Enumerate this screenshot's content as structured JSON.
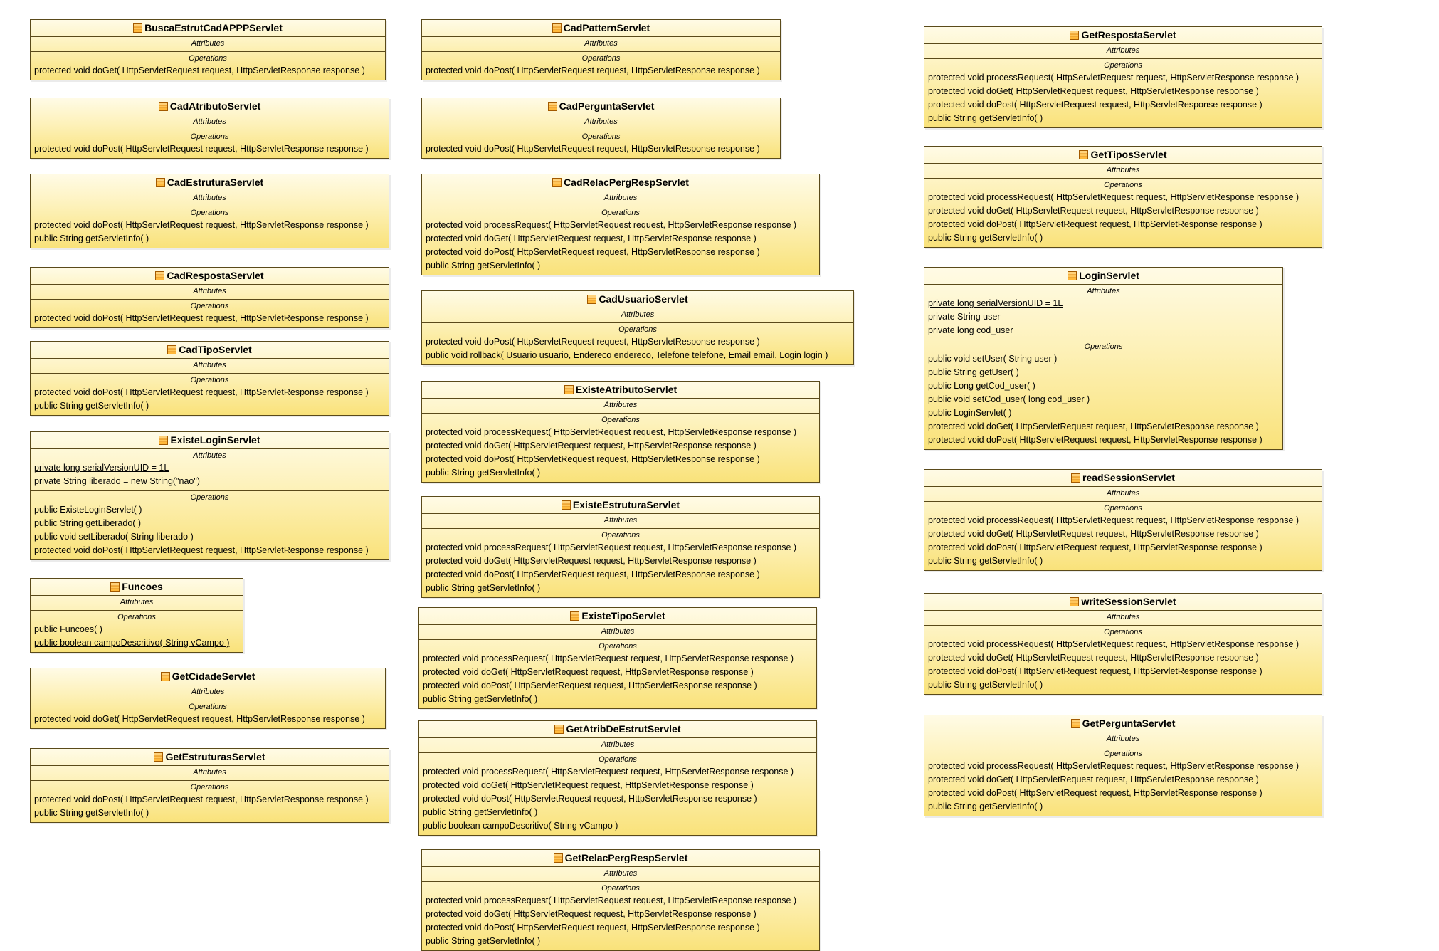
{
  "colors": {
    "fill_top": "#fffbe6",
    "fill_bottom": "#f9e27a",
    "border": "#5a4a1a",
    "class_icon": "#e28a10"
  },
  "section_labels": {
    "attributes": "Attributes",
    "operations": "Operations"
  },
  "classes": [
    {
      "name": "BuscaEstrutCadAPPPServlet",
      "attributes": [],
      "operations": [
        {
          "text": "protected void  doGet( HttpServletRequest request, HttpServletResponse response )"
        }
      ]
    },
    {
      "name": "CadAtributoServlet",
      "attributes": [],
      "operations": [
        {
          "text": "protected void  doPost( HttpServletRequest request, HttpServletResponse response )"
        }
      ]
    },
    {
      "name": "CadEstruturaServlet",
      "attributes": [],
      "operations": [
        {
          "text": "protected void  doPost( HttpServletRequest request, HttpServletResponse response )"
        },
        {
          "text": "public String  getServletInfo(  )"
        }
      ]
    },
    {
      "name": "CadRespostaServlet",
      "attributes": [],
      "operations": [
        {
          "text": "protected void  doPost( HttpServletRequest request, HttpServletResponse response )"
        }
      ]
    },
    {
      "name": "CadTipoServlet",
      "attributes": [],
      "operations": [
        {
          "text": "protected void  doPost( HttpServletRequest request, HttpServletResponse response )"
        },
        {
          "text": "public String  getServletInfo(  )"
        }
      ]
    },
    {
      "name": "ExisteLoginServlet",
      "attributes": [
        {
          "text": "private long serialVersionUID = 1L",
          "static": true
        },
        {
          "text": "private String liberado = new String(\"nao\")"
        }
      ],
      "operations": [
        {
          "text": "public ExisteLoginServlet(  )"
        },
        {
          "text": "public String  getLiberado(  )"
        },
        {
          "text": "public void  setLiberado( String liberado )"
        },
        {
          "text": "protected void  doPost( HttpServletRequest request, HttpServletResponse response )"
        }
      ]
    },
    {
      "name": "Funcoes",
      "attributes": [],
      "operations": [
        {
          "text": "public Funcoes(  )"
        },
        {
          "text": "public boolean  campoDescritivo( String vCampo )",
          "static": true
        }
      ]
    },
    {
      "name": "GetCidadeServlet",
      "attributes": [],
      "operations": [
        {
          "text": "protected void  doGet( HttpServletRequest request, HttpServletResponse response )"
        }
      ]
    },
    {
      "name": "GetEstruturasServlet",
      "attributes": [],
      "operations": [
        {
          "text": "protected void  doPost( HttpServletRequest request, HttpServletResponse response )"
        },
        {
          "text": "public String  getServletInfo(  )"
        }
      ]
    },
    {
      "name": "CadPatternServlet",
      "attributes": [],
      "operations": [
        {
          "text": "protected void  doPost( HttpServletRequest request, HttpServletResponse response )"
        }
      ]
    },
    {
      "name": "CadPerguntaServlet",
      "attributes": [],
      "operations": [
        {
          "text": "protected void  doPost( HttpServletRequest request, HttpServletResponse response )"
        }
      ]
    },
    {
      "name": "CadRelacPergRespServlet",
      "attributes": [],
      "operations": [
        {
          "text": "protected void  processRequest( HttpServletRequest request, HttpServletResponse response )"
        },
        {
          "text": "protected void  doGet( HttpServletRequest request, HttpServletResponse response )"
        },
        {
          "text": "protected void  doPost( HttpServletRequest request, HttpServletResponse response )"
        },
        {
          "text": "public String  getServletInfo(  )"
        }
      ]
    },
    {
      "name": "CadUsuarioServlet",
      "attributes": [],
      "operations": [
        {
          "text": "protected void  doPost( HttpServletRequest request, HttpServletResponse response )"
        },
        {
          "text": "public void  rollback( Usuario usuario, Endereco endereco, Telefone telefone, Email email, Login login )"
        }
      ]
    },
    {
      "name": "ExisteAtributoServlet",
      "attributes": [],
      "operations": [
        {
          "text": "protected void  processRequest( HttpServletRequest request, HttpServletResponse response )"
        },
        {
          "text": "protected void  doGet( HttpServletRequest request, HttpServletResponse response )"
        },
        {
          "text": "protected void  doPost( HttpServletRequest request, HttpServletResponse response )"
        },
        {
          "text": "public String  getServletInfo(  )"
        }
      ]
    },
    {
      "name": "ExisteEstruturaServlet",
      "attributes": [],
      "operations": [
        {
          "text": "protected void  processRequest( HttpServletRequest request, HttpServletResponse response )"
        },
        {
          "text": "protected void  doGet( HttpServletRequest request, HttpServletResponse response )"
        },
        {
          "text": "protected void  doPost( HttpServletRequest request, HttpServletResponse response )"
        },
        {
          "text": "public String  getServletInfo(  )"
        }
      ]
    },
    {
      "name": "ExisteTipoServlet",
      "attributes": [],
      "operations": [
        {
          "text": "protected void  processRequest( HttpServletRequest request, HttpServletResponse response )"
        },
        {
          "text": "protected void  doGet( HttpServletRequest request, HttpServletResponse response )"
        },
        {
          "text": "protected void  doPost( HttpServletRequest request, HttpServletResponse response )"
        },
        {
          "text": "public String  getServletInfo(  )"
        }
      ]
    },
    {
      "name": "GetAtribDeEstrutServlet",
      "attributes": [],
      "operations": [
        {
          "text": "protected void  processRequest( HttpServletRequest request, HttpServletResponse response )"
        },
        {
          "text": "protected void  doGet( HttpServletRequest request, HttpServletResponse response )"
        },
        {
          "text": "protected void  doPost( HttpServletRequest request, HttpServletResponse response )"
        },
        {
          "text": "public String  getServletInfo(  )"
        },
        {
          "text": "public boolean  campoDescritivo( String vCampo )"
        }
      ]
    },
    {
      "name": "GetRelacPergRespServlet",
      "attributes": [],
      "operations": [
        {
          "text": "protected void  processRequest( HttpServletRequest request, HttpServletResponse response )"
        },
        {
          "text": "protected void  doGet( HttpServletRequest request, HttpServletResponse response )"
        },
        {
          "text": "protected void  doPost( HttpServletRequest request, HttpServletResponse response )"
        },
        {
          "text": "public String  getServletInfo(  )"
        }
      ]
    },
    {
      "name": "GetRespostaServlet",
      "attributes": [],
      "operations": [
        {
          "text": "protected void  processRequest( HttpServletRequest request, HttpServletResponse response )"
        },
        {
          "text": "protected void  doGet( HttpServletRequest request, HttpServletResponse response )"
        },
        {
          "text": "protected void  doPost( HttpServletRequest request, HttpServletResponse response )"
        },
        {
          "text": "public String  getServletInfo(  )"
        }
      ]
    },
    {
      "name": "GetTiposServlet",
      "attributes": [],
      "operations": [
        {
          "text": "protected void  processRequest( HttpServletRequest request, HttpServletResponse response )"
        },
        {
          "text": "protected void  doGet( HttpServletRequest request, HttpServletResponse response )"
        },
        {
          "text": "protected void  doPost( HttpServletRequest request, HttpServletResponse response )"
        },
        {
          "text": "public String  getServletInfo(  )"
        }
      ]
    },
    {
      "name": "LoginServlet",
      "attributes": [
        {
          "text": "private long serialVersionUID = 1L",
          "static": true
        },
        {
          "text": "private String user"
        },
        {
          "text": "private long cod_user"
        }
      ],
      "operations": [
        {
          "text": "public void  setUser( String user )"
        },
        {
          "text": "public String  getUser(  )"
        },
        {
          "text": "public Long  getCod_user(  )"
        },
        {
          "text": "public void  setCod_user( long cod_user )"
        },
        {
          "text": "public LoginServlet(  )"
        },
        {
          "text": "protected void  doGet( HttpServletRequest request, HttpServletResponse response )"
        },
        {
          "text": "protected void  doPost( HttpServletRequest request, HttpServletResponse response )"
        }
      ]
    },
    {
      "name": "readSessionServlet",
      "attributes": [],
      "operations": [
        {
          "text": "protected void  processRequest( HttpServletRequest request, HttpServletResponse response )"
        },
        {
          "text": "protected void  doGet( HttpServletRequest request, HttpServletResponse response )"
        },
        {
          "text": "protected void  doPost( HttpServletRequest request, HttpServletResponse response )"
        },
        {
          "text": "public String  getServletInfo(  )"
        }
      ]
    },
    {
      "name": "writeSessionServlet",
      "attributes": [],
      "operations": [
        {
          "text": "protected void  processRequest( HttpServletRequest request, HttpServletResponse response )"
        },
        {
          "text": "protected void  doGet( HttpServletRequest request, HttpServletResponse response )"
        },
        {
          "text": "protected void  doPost( HttpServletRequest request, HttpServletResponse response )"
        },
        {
          "text": "public String  getServletInfo(  )"
        }
      ]
    },
    {
      "name": "GetPerguntaServlet",
      "attributes": [],
      "operations": [
        {
          "text": "protected void  processRequest( HttpServletRequest request, HttpServletResponse response )"
        },
        {
          "text": "protected void  doGet( HttpServletRequest request, HttpServletResponse response )"
        },
        {
          "text": "protected void  doPost( HttpServletRequest request, HttpServletResponse response )"
        },
        {
          "text": "public String  getServletInfo(  )"
        }
      ]
    }
  ]
}
